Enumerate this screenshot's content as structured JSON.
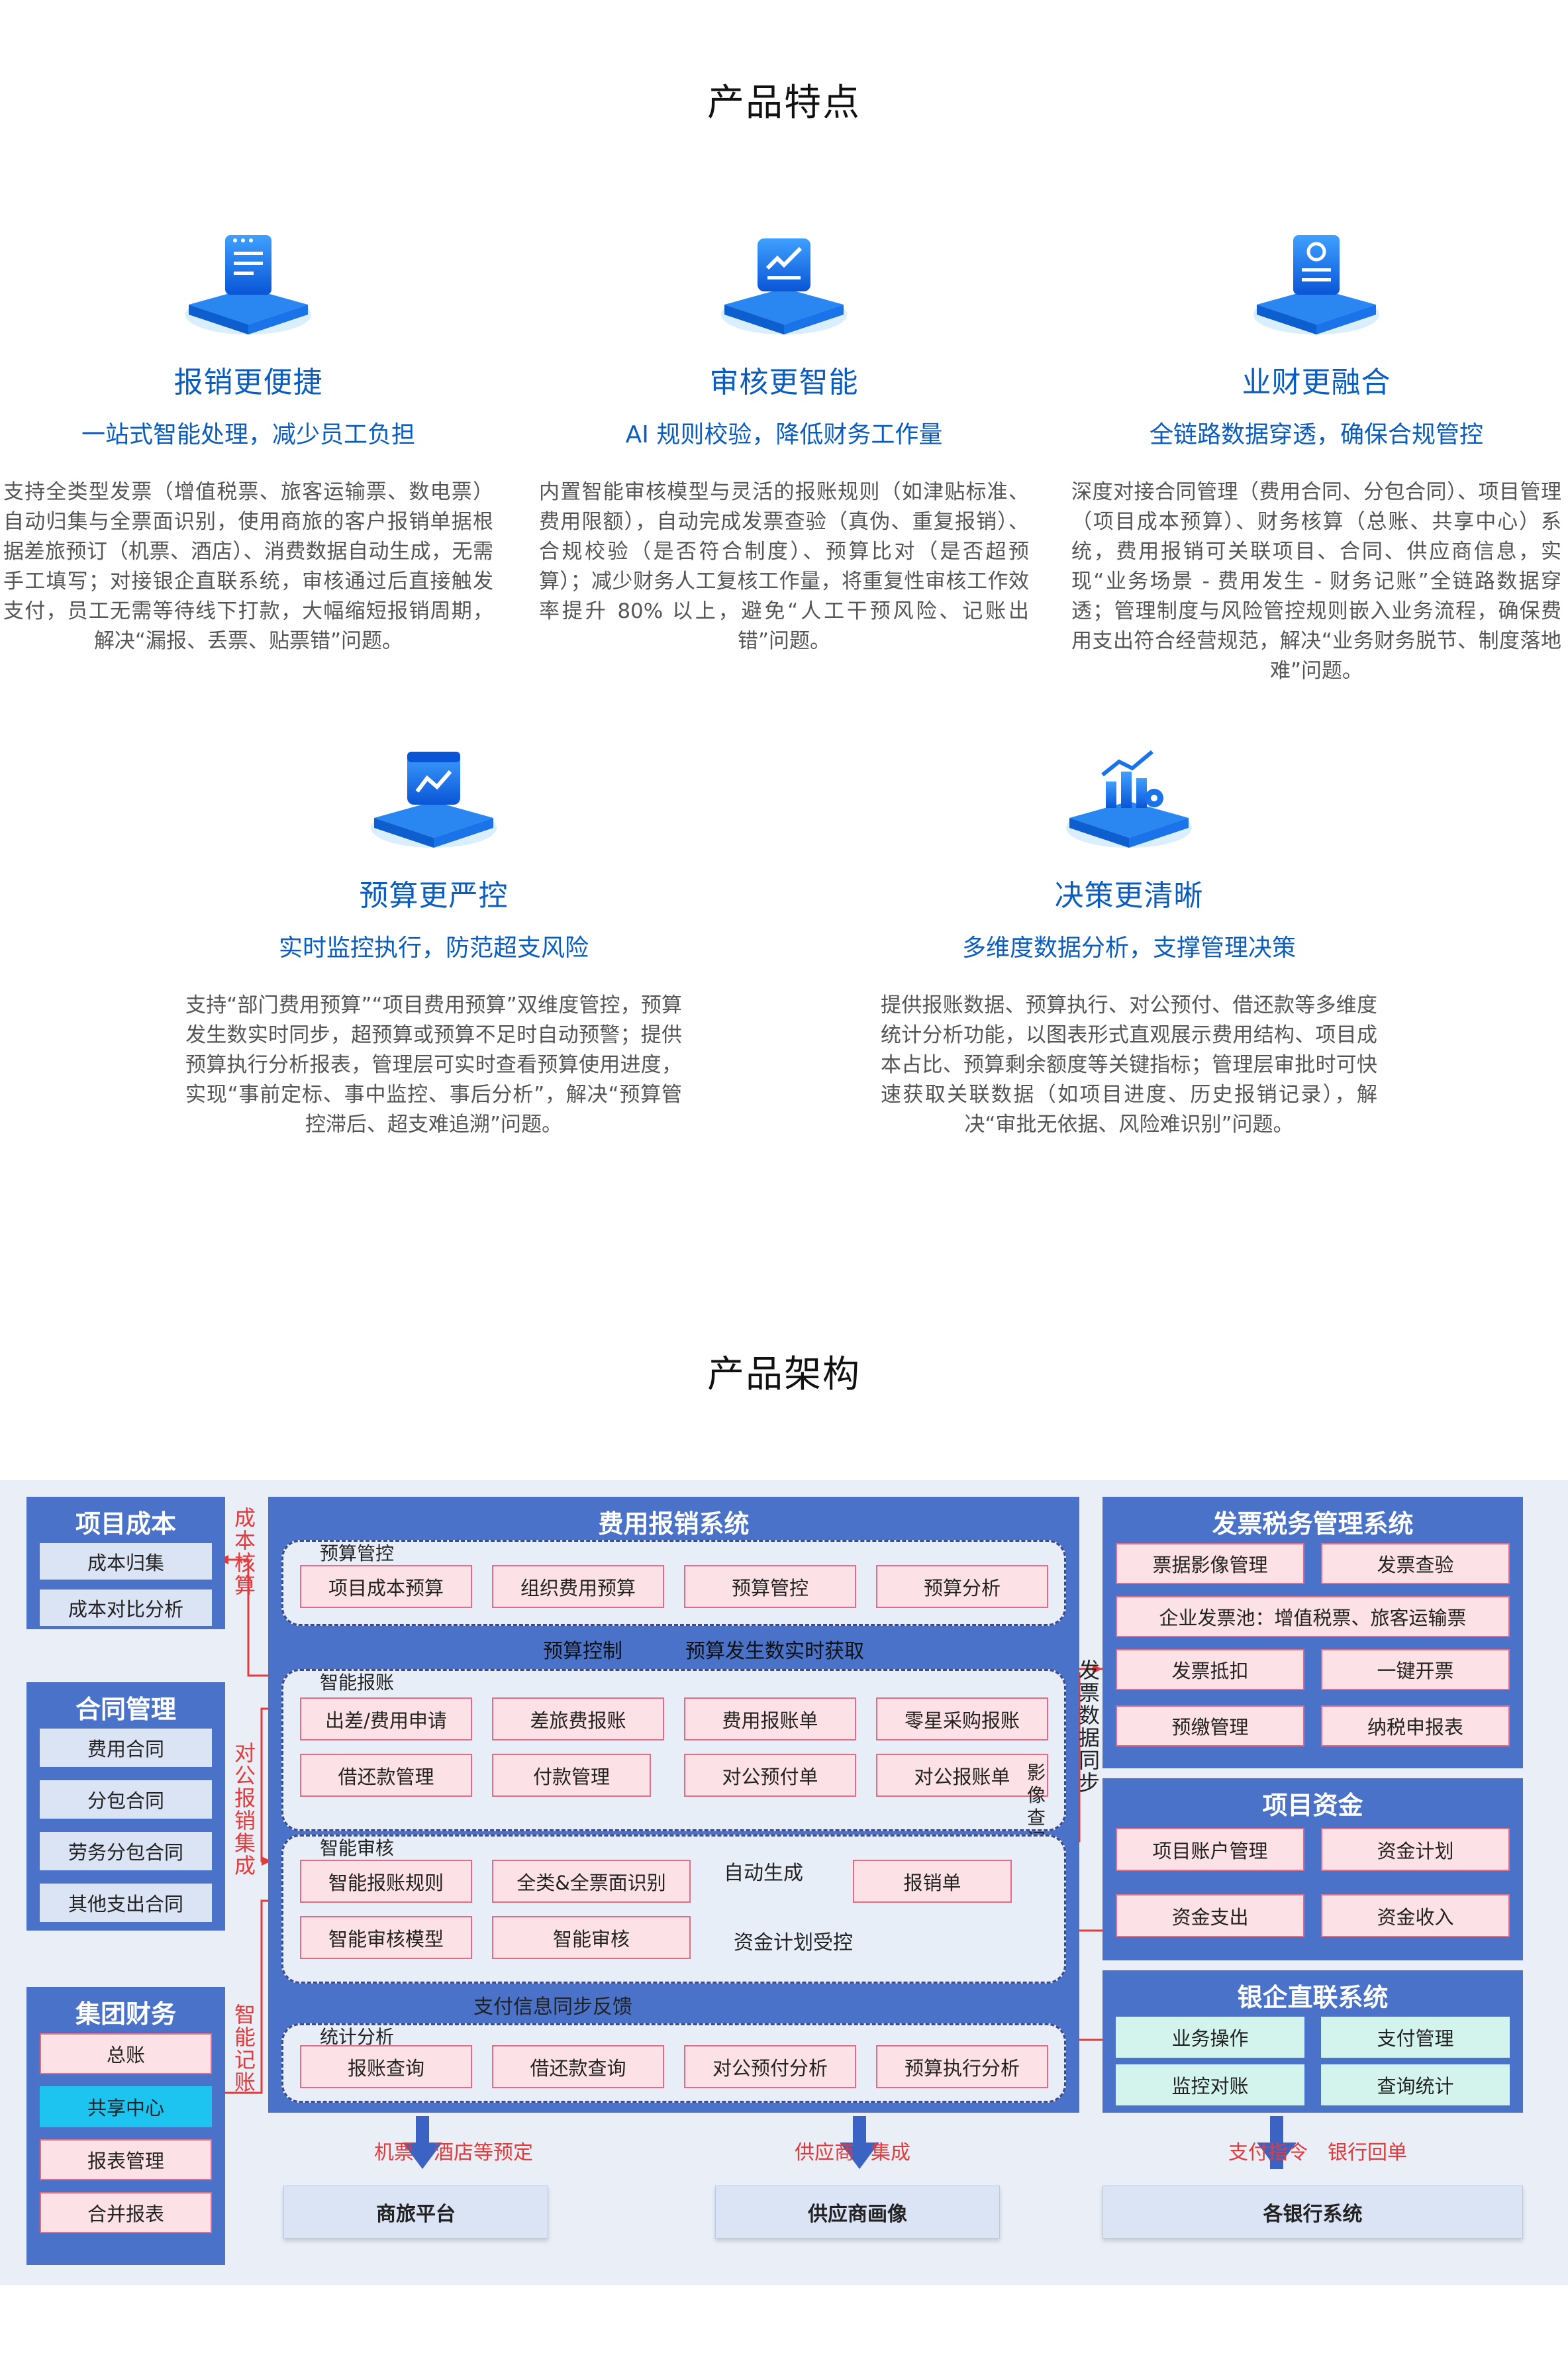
{
  "features_title": "产品特点",
  "features": [
    {
      "title": "报销更便捷",
      "subtitle": "一站式智能处理，减少员工负担",
      "desc": "支持全类型发票（增值税票、旅客运输票、数电票）自动归集与全票面识别，使用商旅的客户报销单据根据差旅预订（机票、酒店）、消费数据自动生成，无需手工填写；对接银企直联系统，审核通过后直接触发支付，员工无需等待线下打款，大幅缩短报销周期，解决“漏报、丢票、贴票错”问题。",
      "icon": "invoice-icon"
    },
    {
      "title": "审核更智能",
      "subtitle": "AI 规则校验，降低财务工作量",
      "desc": "内置智能审核模型与灵活的报账规则（如津贴标准、费用限额），自动完成发票查验（真伪、重复报销）、合规校验（是否符合制度）、预算比对（是否超预算）；减少财务人工复核工作量，将重复性审核工作效率提升 80% 以上，避免“人工干预风险、记账出错”问题。",
      "icon": "audit-icon"
    },
    {
      "title": "业财更融合",
      "subtitle": "全链路数据穿透，确保合规管控",
      "desc": "深度对接合同管理（费用合同、分包合同）、项目管理（项目成本预算）、财务核算（总账、共享中心）系统，费用报销可关联项目、合同、供应商信息，实现“业务场景 - 费用发生 - 财务记账”全链路数据穿透；管理制度与风险管控规则嵌入业务流程，确保费用支出符合经营规范，解决“业务财务脱节、制度落地难”问题。",
      "icon": "sync-icon"
    },
    {
      "title": "预算更严控",
      "subtitle": "实时监控执行，防范超支风险",
      "desc": "支持“部门费用预算”“项目费用预算”双维度管控，预算发生数实时同步，超预算或预算不足时自动预警；提供预算执行分析报表，管理层可实时查看预算使用进度，实现“事前定标、事中监控、事后分析”，解决“预算管控滞后、超支难追溯”问题。",
      "icon": "calendar-chart-icon"
    },
    {
      "title": "决策更清晰",
      "subtitle": "多维度数据分析，支撑管理决策",
      "desc": "提供报账数据、预算执行、对公预付、借还款等多维度统计分析功能，以图表形式直观展示费用结构、项目成本占比、预算剩余额度等关键指标；管理层审批时可快速获取关联数据（如项目进度、历史报销记录），解决“审批无依据、风险难识别”问题。",
      "icon": "bar-chart-gear-icon"
    }
  ],
  "arch_title": "产品架构",
  "arch": {
    "left": {
      "project_cost": {
        "title": "项目成本",
        "items": [
          "成本归集",
          "成本对比分析"
        ]
      },
      "contract": {
        "title": "合同管理",
        "items": [
          "费用合同",
          "分包合同",
          "劳务分包合同",
          "其他支出合同"
        ]
      },
      "group_finance": {
        "title": "集团财务",
        "items": [
          "总账",
          "共享中心",
          "报表管理",
          "合并报表"
        ]
      }
    },
    "left_links": {
      "cost": "成本核算",
      "contract": "对公报销集成",
      "finance": "智能记账"
    },
    "center": {
      "title": "费用报销系统",
      "budget": {
        "label": "预算管控",
        "items": [
          "项目成本预算",
          "组织费用预算",
          "预算管控",
          "预算分析"
        ]
      },
      "budget_flow": {
        "left": "预算控制",
        "right": "预算发生数实时获取"
      },
      "claims": {
        "label": "智能报账",
        "items": [
          "出差/费用申请",
          "差旅费报账",
          "费用报账单",
          "零星采购报账",
          "借还款管理",
          "付款管理",
          "对公预付单",
          "对公报账单"
        ]
      },
      "audit": {
        "label": "智能审核",
        "items": [
          "智能报账规则",
          "全类&全票面识别",
          "报销单",
          "智能审核模型",
          "智能审核"
        ],
        "auto": "自动生成",
        "fund": "资金计划受控"
      },
      "pay_sync": "支付信息同步反馈",
      "stats": {
        "label": "统计分析",
        "items": [
          "报账查询",
          "借还款查询",
          "对公预付分析",
          "预算执行分析"
        ]
      },
      "image_view": "影像查阅",
      "invoice_sync": "发票数据同步"
    },
    "right": {
      "tax": {
        "title": "发票税务管理系统",
        "items": [
          "票据影像管理",
          "发票查验",
          "企业发票池：增值税票、旅客运输票",
          "发票抵扣",
          "一键开票",
          "预缴管理",
          "纳税申报表"
        ]
      },
      "fund": {
        "title": "项目资金",
        "items": [
          "项目账户管理",
          "资金计划",
          "资金支出",
          "资金收入"
        ]
      },
      "bank": {
        "title": "银企直联系统",
        "items": [
          "业务操作",
          "支付管理",
          "监控对账",
          "查询统计"
        ]
      }
    },
    "bottom": {
      "travel": {
        "name": "商旅平台",
        "link_left": "机票",
        "link_right": "酒店等预定"
      },
      "supplier": {
        "name": "供应商画像",
        "link_left": "供应商",
        "link_right": "集成"
      },
      "bank": {
        "name": "各银行系统",
        "link_left": "支付指令",
        "link_right": "银行回单"
      }
    }
  }
}
